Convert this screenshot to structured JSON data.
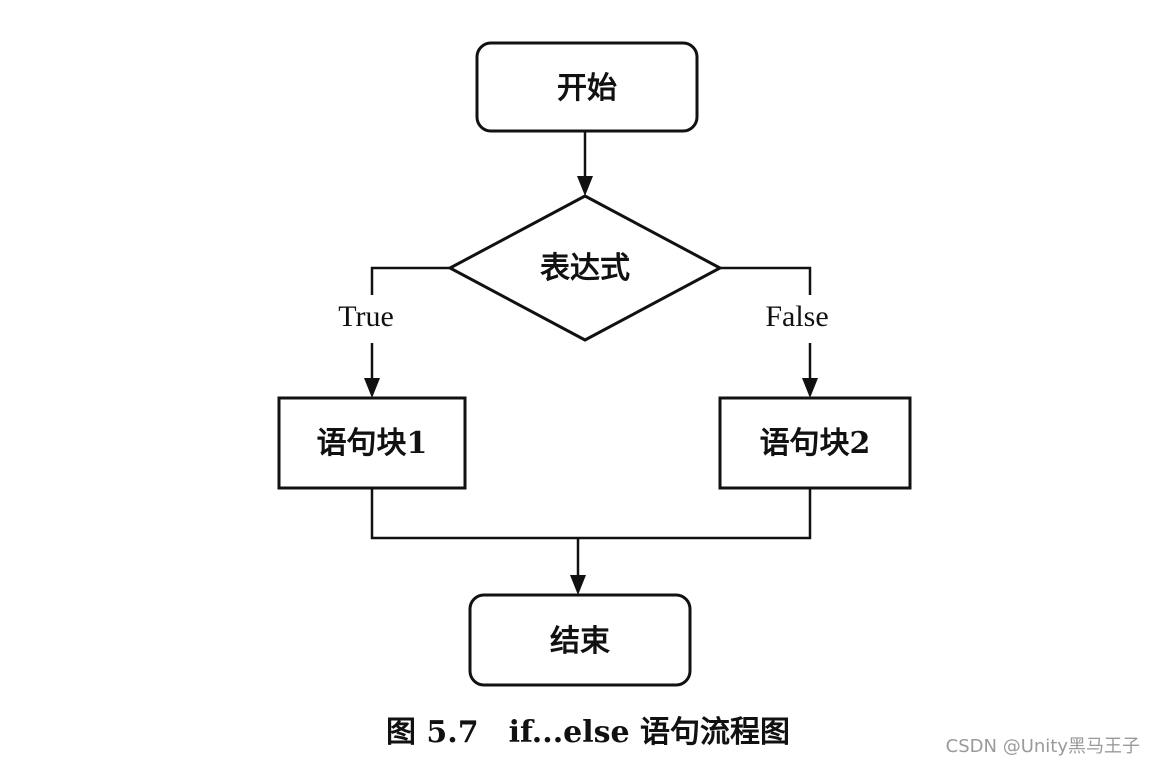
{
  "nodes": {
    "start": {
      "label": "开始",
      "shape": "rounded-rect"
    },
    "condition": {
      "label": "表达式",
      "shape": "diamond"
    },
    "block1": {
      "label": "语句块1",
      "shape": "rect"
    },
    "block2": {
      "label": "语句块2",
      "shape": "rect"
    },
    "end": {
      "label": "结束",
      "shape": "rounded-rect"
    }
  },
  "edges": {
    "true_label": "True",
    "false_label": "False"
  },
  "caption": "图 5.7　if...else 语句流程图",
  "watermark": "CSDN @Unity黑马王子",
  "colors": {
    "stroke": "#111111",
    "background": "#ffffff",
    "watermark": "#9a9a9a"
  }
}
